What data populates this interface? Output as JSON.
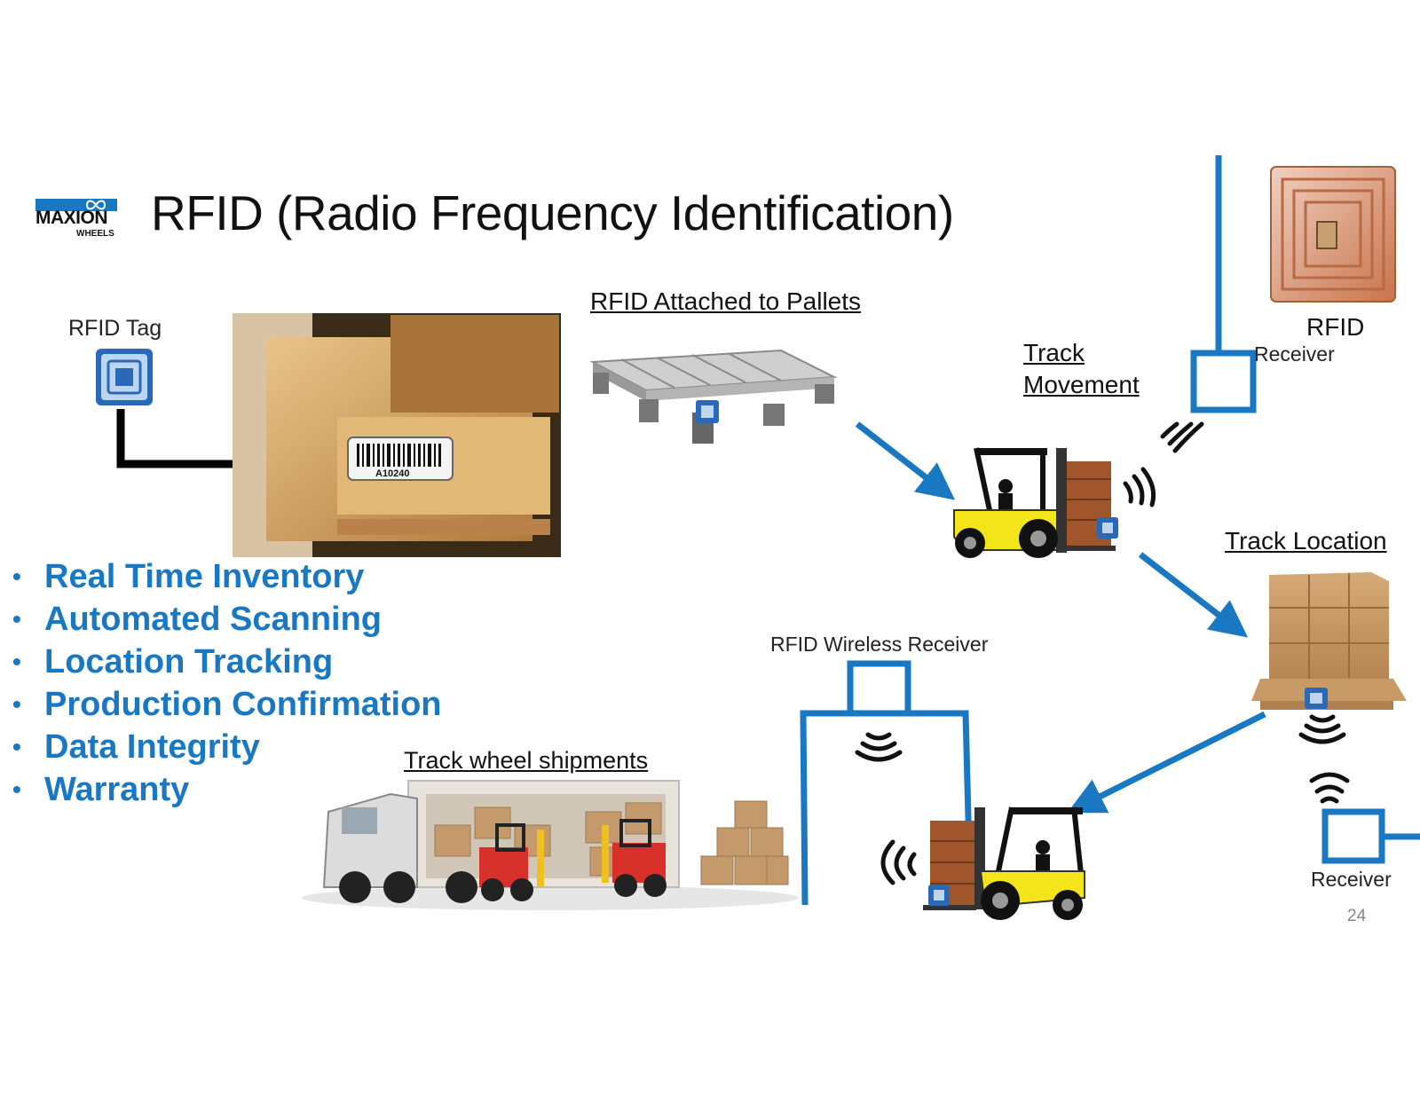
{
  "slide": {
    "title": "RFID (Radio Frequency Identification)",
    "page_number": "24"
  },
  "logo": {
    "icon": "infinity-icon",
    "brand": "MAXION",
    "sub": "WHEELS"
  },
  "labels": {
    "rfid_tag": "RFID Tag",
    "pallets": "RFID Attached to Pallets",
    "track_movement_line1": "Track",
    "track_movement_line2": "Movement",
    "rfid_receiver_line1": "RFID",
    "rfid_receiver_line2": "Receiver",
    "track_location": "Track Location",
    "wireless_receiver": "RFID Wireless Receiver",
    "track_shipments": "Track wheel shipments",
    "receiver": "Receiver",
    "barcode": "A10240"
  },
  "bullets": [
    "Real Time Inventory",
    "Automated Scanning",
    "Location Tracking",
    "Production Confirmation",
    "Data Integrity",
    "Warranty"
  ],
  "colors": {
    "accent_blue": "#1a78c2",
    "forklift_yellow": "#f4e41a"
  }
}
